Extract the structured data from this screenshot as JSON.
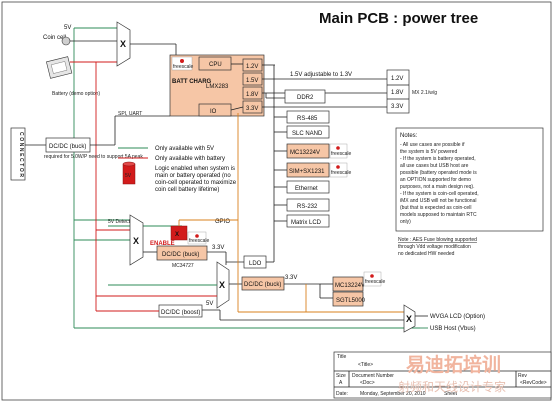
{
  "title": "Main PCB : power tree",
  "sources": {
    "v5": "5V",
    "coin": "Coin cell",
    "battery": "Battery (demo option)"
  },
  "connector": {
    "label": "CONNECTOR",
    "note": "required for 5.0W/P need to support 5A peak"
  },
  "dcdc_buck_top": "DC/DC (buck)",
  "batt_charg": "BATT CHARG",
  "pmic": {
    "name": "LMX283",
    "cpu": "CPU",
    "io": "IO",
    "rails": [
      "1.2V",
      "1.5V",
      "1.8V",
      "3.3V"
    ]
  },
  "brand_tag": "freescale",
  "rail_note": "1.5V adjustable to 1.3V",
  "ddr": "DDR2",
  "ram_box": {
    "rails": [
      "1.2V",
      "1.8V",
      "3.3V"
    ],
    "label": "MX 2.1/w/g"
  },
  "spi_uart": "SPI, UART",
  "peripherals": [
    "RS-485",
    "SLC NAND",
    "MC13224V",
    "SIM+SX1231",
    "Ethernet",
    "RS-232",
    "Matrix LCD"
  ],
  "legend": {
    "green": "Only available with 5V",
    "red": "Only available with battery",
    "orange": "Logic enabled when system is main or battery operated (no coin-cell operated to maximize coin cell battery lifetime)"
  },
  "notes": {
    "heading": "Notes:",
    "lines": [
      "- All use cases are possible if",
      "  the system is 5V powered",
      "- If the system is battery operated,",
      "  all use cases but USB host are",
      "  possible (battery operated mode is",
      "  an OPTION supported for demo",
      "  purposes, not a main design req).",
      "- If the system is coin-cell operated,",
      "  iMX and USB will not be functional",
      "  (but that is expected as coin-cell",
      "  models supposed to maintain RTC",
      "  only)"
    ]
  },
  "note2": [
    "Note : AES Fuse blowing supported",
    "through Vdd voltage modification",
    "no dedicated HW needed"
  ],
  "v5_detect": "5V Detect",
  "enable": "ENABLE",
  "en_ic": "MC34727",
  "dcdc_buck_mid": "DC/DC (buck)",
  "ldo": "LDO",
  "gpio": "GPIO",
  "v33": "3.3V",
  "v5b": "5V",
  "dcdc_buck_low": "DC/DC (buck)",
  "mc2": "MC13224V",
  "sgtl": "SGTL5000",
  "dcdc_boost": "DC/DC (boost)",
  "wvga": "WVGA LCD (Option)",
  "usb_host": "USB Host (Vbus)",
  "mux_symbol": "X",
  "title_block": {
    "title_label": "Title",
    "title_value": "<Title>",
    "size_label": "Size",
    "size_value": "A",
    "doc_label": "Document Number",
    "doc_value": "<Doc>",
    "rev_label": "Rev",
    "rev_value": "<RevCode>",
    "date_label": "Date:",
    "date_value": "Monday, September 20, 2010",
    "sheet_label": "Sheet"
  },
  "watermark": {
    "line1": "易迪拓培训",
    "line2": "射频和天线设计专家"
  }
}
